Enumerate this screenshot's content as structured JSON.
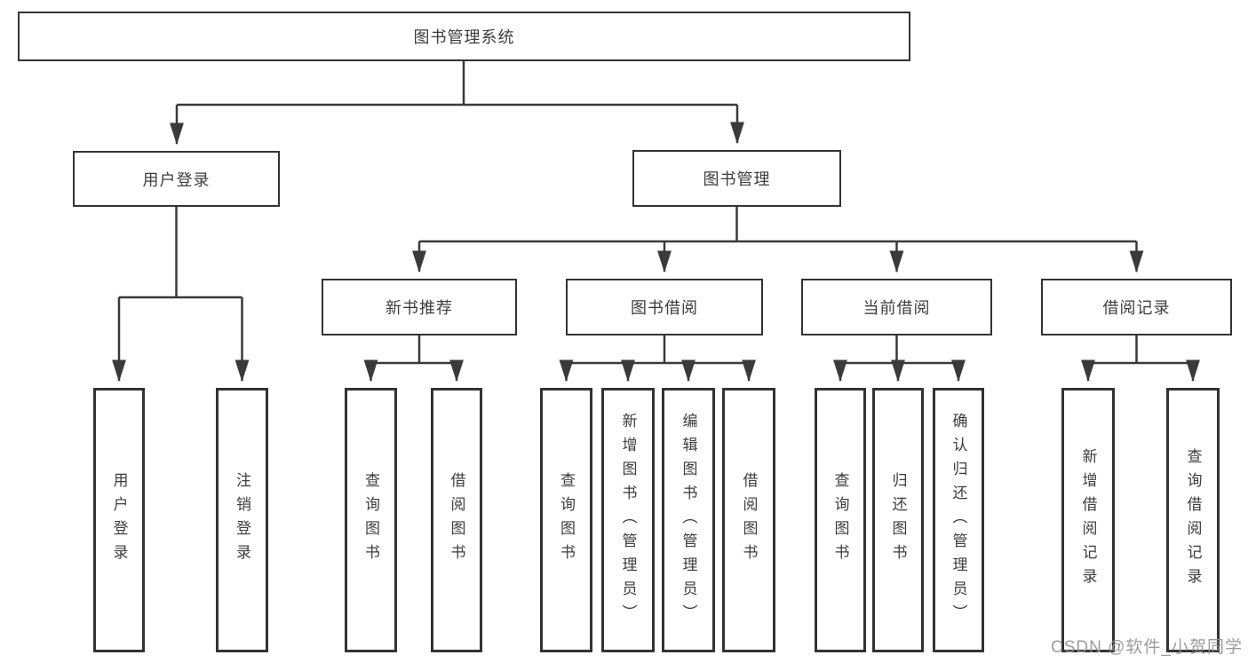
{
  "tree": {
    "root": {
      "label": "图书管理系统"
    },
    "children": [
      {
        "label": "用户登录",
        "children": [
          {
            "label": "用户登录"
          },
          {
            "label": "注销登录"
          }
        ]
      },
      {
        "label": "图书管理",
        "children": [
          {
            "label": "新书推荐",
            "children": [
              {
                "label": "查询图书"
              },
              {
                "label": "借阅图书"
              }
            ]
          },
          {
            "label": "图书借阅",
            "children": [
              {
                "label": "查询图书"
              },
              {
                "label": "新增图书（管理员）"
              },
              {
                "label": "编辑图书（管理员）"
              },
              {
                "label": "借阅图书"
              }
            ]
          },
          {
            "label": "当前借阅",
            "children": [
              {
                "label": "查询图书"
              },
              {
                "label": "归还图书"
              },
              {
                "label": "确认归还（管理员）"
              }
            ]
          },
          {
            "label": "借阅记录",
            "children": [
              {
                "label": "新增借阅记录"
              },
              {
                "label": "查询借阅记录"
              }
            ]
          }
        ]
      }
    ]
  },
  "watermark": {
    "text": "CSDN @软件_小贺同学"
  },
  "colors": {
    "line": "#3a3a3a",
    "border": "#333333",
    "text": "#3d3d3d",
    "watermark": "#949494",
    "background": "#ffffff"
  }
}
